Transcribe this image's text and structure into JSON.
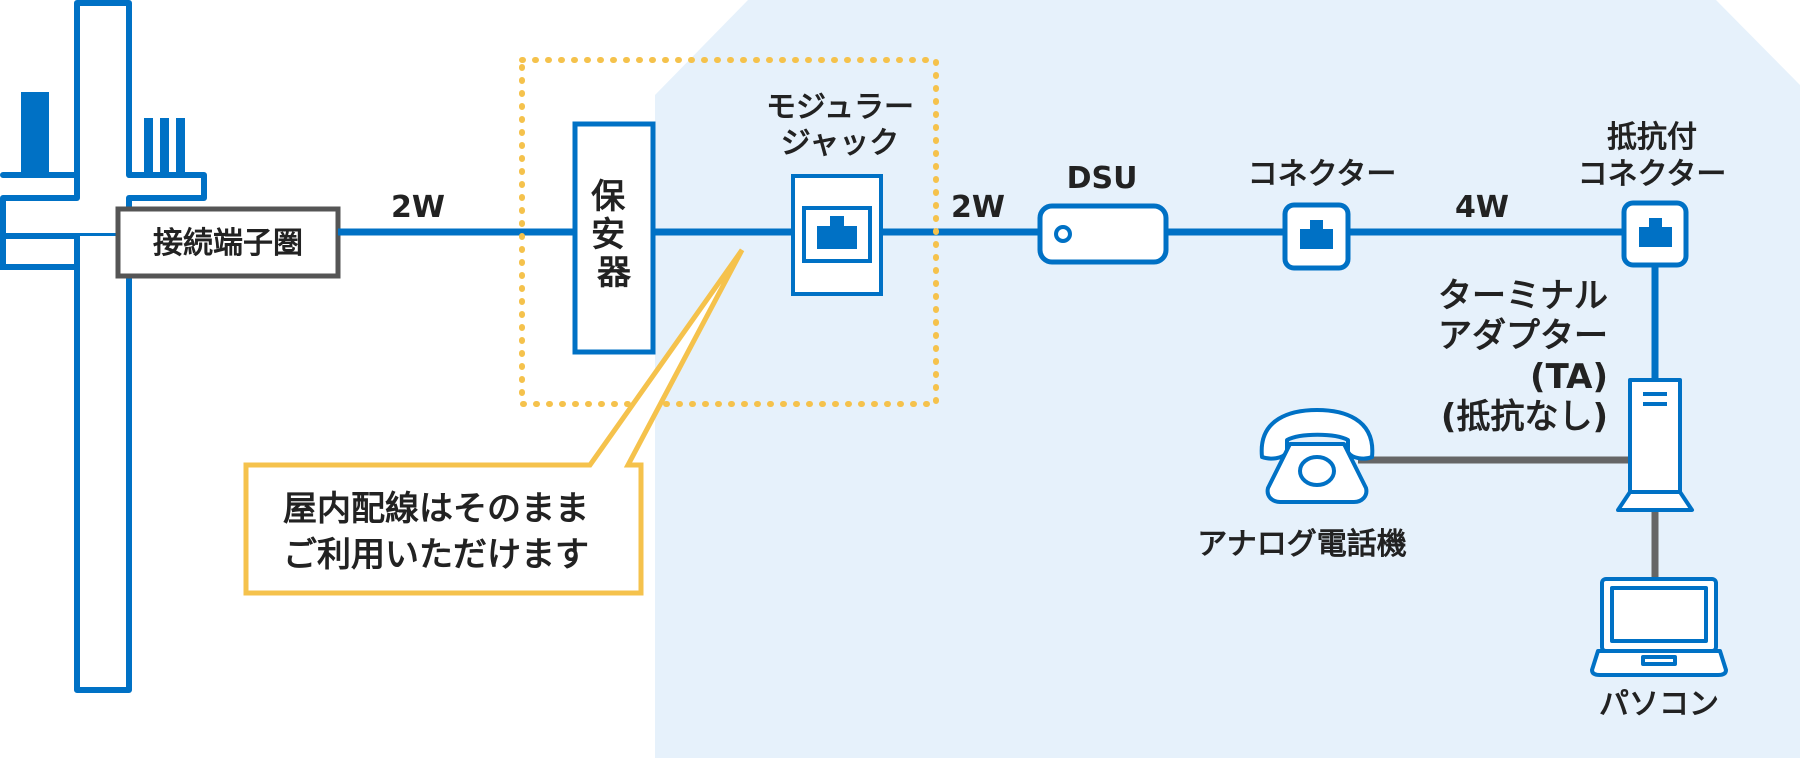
{
  "colors": {
    "background_region": "#e6f1fb",
    "line_blue": "#0071c5",
    "line_gray": "#666666",
    "highlight_dotted": "#f5c24c",
    "text": "#222222"
  },
  "pole": {
    "terminal_box_label": "接続端子圏"
  },
  "protector": {
    "label": "保安器"
  },
  "modular_jack": {
    "label_line1": "モジュラー",
    "label_line2": "ジャック"
  },
  "dsu": {
    "label": "DSU"
  },
  "connector": {
    "label": "コネクター"
  },
  "resistor_connector": {
    "label_line1": "抵抗付",
    "label_line2": "コネクター"
  },
  "terminal_adapter": {
    "label_line1": "ターミナル",
    "label_line2": "アダプター",
    "label_line3": "(TA)",
    "label_line4": "(抵抗なし)"
  },
  "analog_phone": {
    "label": "アナログ電話機"
  },
  "pc": {
    "label": "パソコン"
  },
  "wires": {
    "wire_2w_a": "2W",
    "wire_2w_b": "2W",
    "wire_4w": "4W"
  },
  "callout": {
    "line1": "屋内配線はそのまま",
    "line2": "ご利用いただけます"
  }
}
